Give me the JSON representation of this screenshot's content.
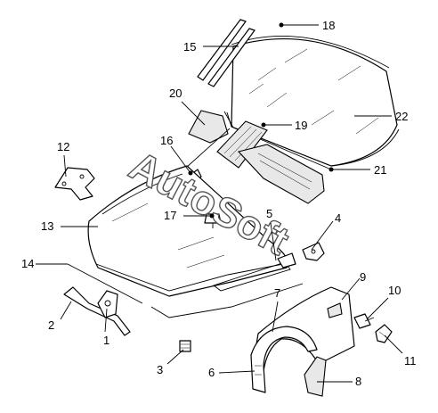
{
  "watermark": "AutoSoft",
  "labels": {
    "l1": "1",
    "l2": "2",
    "l3": "3",
    "l4": "4",
    "l5": "5",
    "l6": "6",
    "l7": "7",
    "l8": "8",
    "l9": "9",
    "l10": "10",
    "l11": "11",
    "l12": "12",
    "l13": "13",
    "l14": "14",
    "l15": "15",
    "l16": "16",
    "l17": "17",
    "l18": "18",
    "l19": "19",
    "l20": "20",
    "l21": "21",
    "l22": "22"
  }
}
